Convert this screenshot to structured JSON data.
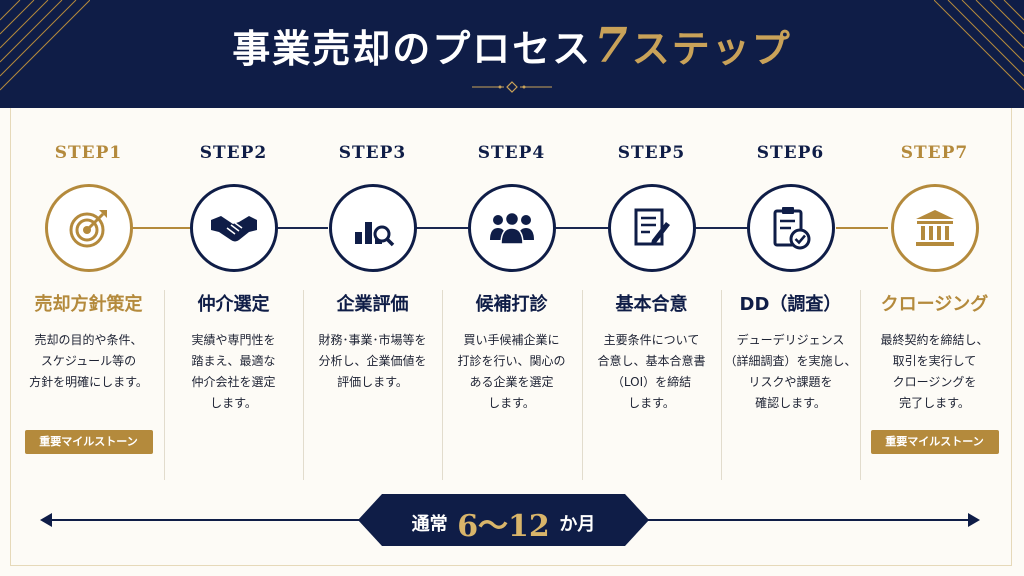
{
  "header": {
    "title_prefix": "事業売却のプロセス",
    "title_number": "7",
    "title_suffix": "ステップ"
  },
  "colors": {
    "navy": "#0f1d47",
    "gold": "#b48a3c",
    "background": "#fdfbf6"
  },
  "steps": [
    {
      "label": "STEP1",
      "name": "売却方針策定",
      "icon": "target-icon",
      "highlight": true,
      "desc": [
        "売却の目的や条件、",
        "スケジュール等の",
        "方針を明確にします。"
      ],
      "badge": "重要マイルストーン"
    },
    {
      "label": "STEP2",
      "name": "仲介選定",
      "icon": "handshake-icon",
      "highlight": false,
      "desc": [
        "実績や専門性を",
        "踏まえ、最適な",
        "仲介会社を選定",
        "します。"
      ]
    },
    {
      "label": "STEP3",
      "name": "企業評価",
      "icon": "chart-magnifier-icon",
      "highlight": false,
      "desc": [
        "財務･事業･市場等を",
        "分析し、企業価値を",
        "評価します。"
      ]
    },
    {
      "label": "STEP4",
      "name": "候補打診",
      "icon": "people-icon",
      "highlight": false,
      "desc": [
        "買い手候補企業に",
        "打診を行い、関心の",
        "ある企業を選定",
        "します。"
      ]
    },
    {
      "label": "STEP5",
      "name": "基本合意",
      "icon": "document-pen-icon",
      "highlight": false,
      "desc": [
        "主要条件について",
        "合意し、基本合意書",
        "（LOI）を締結",
        "します。"
      ]
    },
    {
      "label": "STEP6",
      "name": "DD（調査）",
      "icon": "clipboard-check-icon",
      "highlight": false,
      "desc": [
        "デューデリジェンス",
        "（詳細調査）を実施し、",
        "リスクや課題を",
        "確認します。"
      ]
    },
    {
      "label": "STEP7",
      "name": "クロージング",
      "icon": "bank-icon",
      "highlight": true,
      "desc": [
        "最終契約を締結し、",
        "取引を実行して",
        "クロージングを",
        "完了します。"
      ],
      "badge": "重要マイルストーン"
    }
  ],
  "timeline": {
    "prefix": "通常",
    "range": "6～12",
    "suffix": "か月"
  }
}
